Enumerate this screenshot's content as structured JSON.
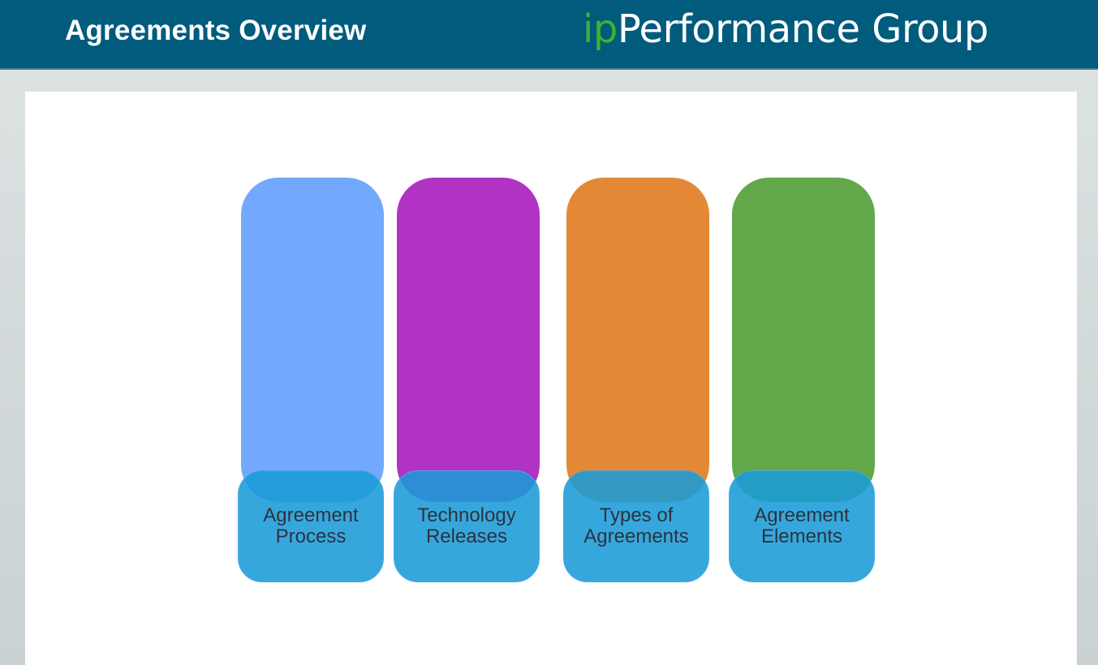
{
  "header": {
    "title": "Agreements Overview",
    "brand_prefix": "ip",
    "brand_name": "Performance Group"
  },
  "diagram": {
    "pillars": [
      {
        "label": "Agreement\nProcess",
        "color": "#72a8fe"
      },
      {
        "label": "Technology\nReleases",
        "color": "#b033c4"
      },
      {
        "label": "Types of\nAgreements",
        "color": "#e38935"
      },
      {
        "label": "Agreement\nElements",
        "color": "#62a84b"
      }
    ],
    "label_color": "#1a9bd7"
  }
}
